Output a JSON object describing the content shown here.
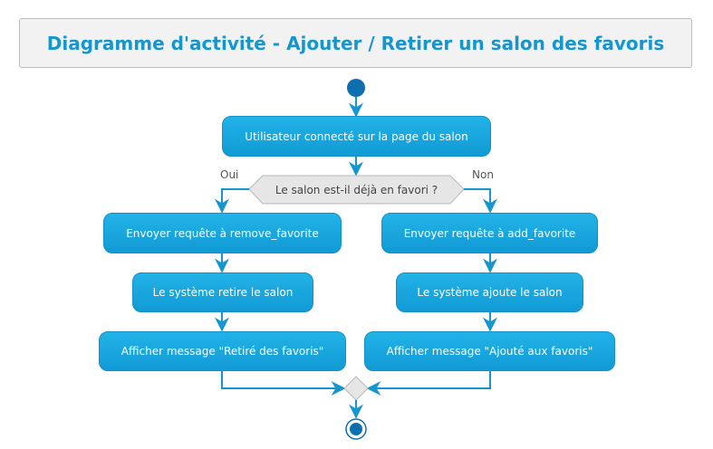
{
  "title": "Diagramme d'activité - Ajouter / Retirer un salon des favoris",
  "colors": {
    "accent": "#1696cf",
    "node_fill": "#1aa7e0",
    "line": "#1696cf",
    "decision_fill": "#e8e8e8",
    "start": "#0e6fb0"
  },
  "activities": {
    "start_action": "Utilisateur connecté sur la page du salon",
    "left_request": "Envoyer requête à remove_favorite",
    "left_system": "Le système retire le salon",
    "left_message": "Afficher message \"Retiré des favoris\"",
    "right_request": "Envoyer requête à add_favorite",
    "right_system": "Le système ajoute le salon",
    "right_message": "Afficher message \"Ajouté aux favoris\""
  },
  "decision": {
    "question": "Le salon est-il déjà en favori ?",
    "yes_label": "Oui",
    "no_label": "Non"
  },
  "nodes": {
    "start": "start-node",
    "merge": "merge-diamond",
    "end": "end-node"
  }
}
